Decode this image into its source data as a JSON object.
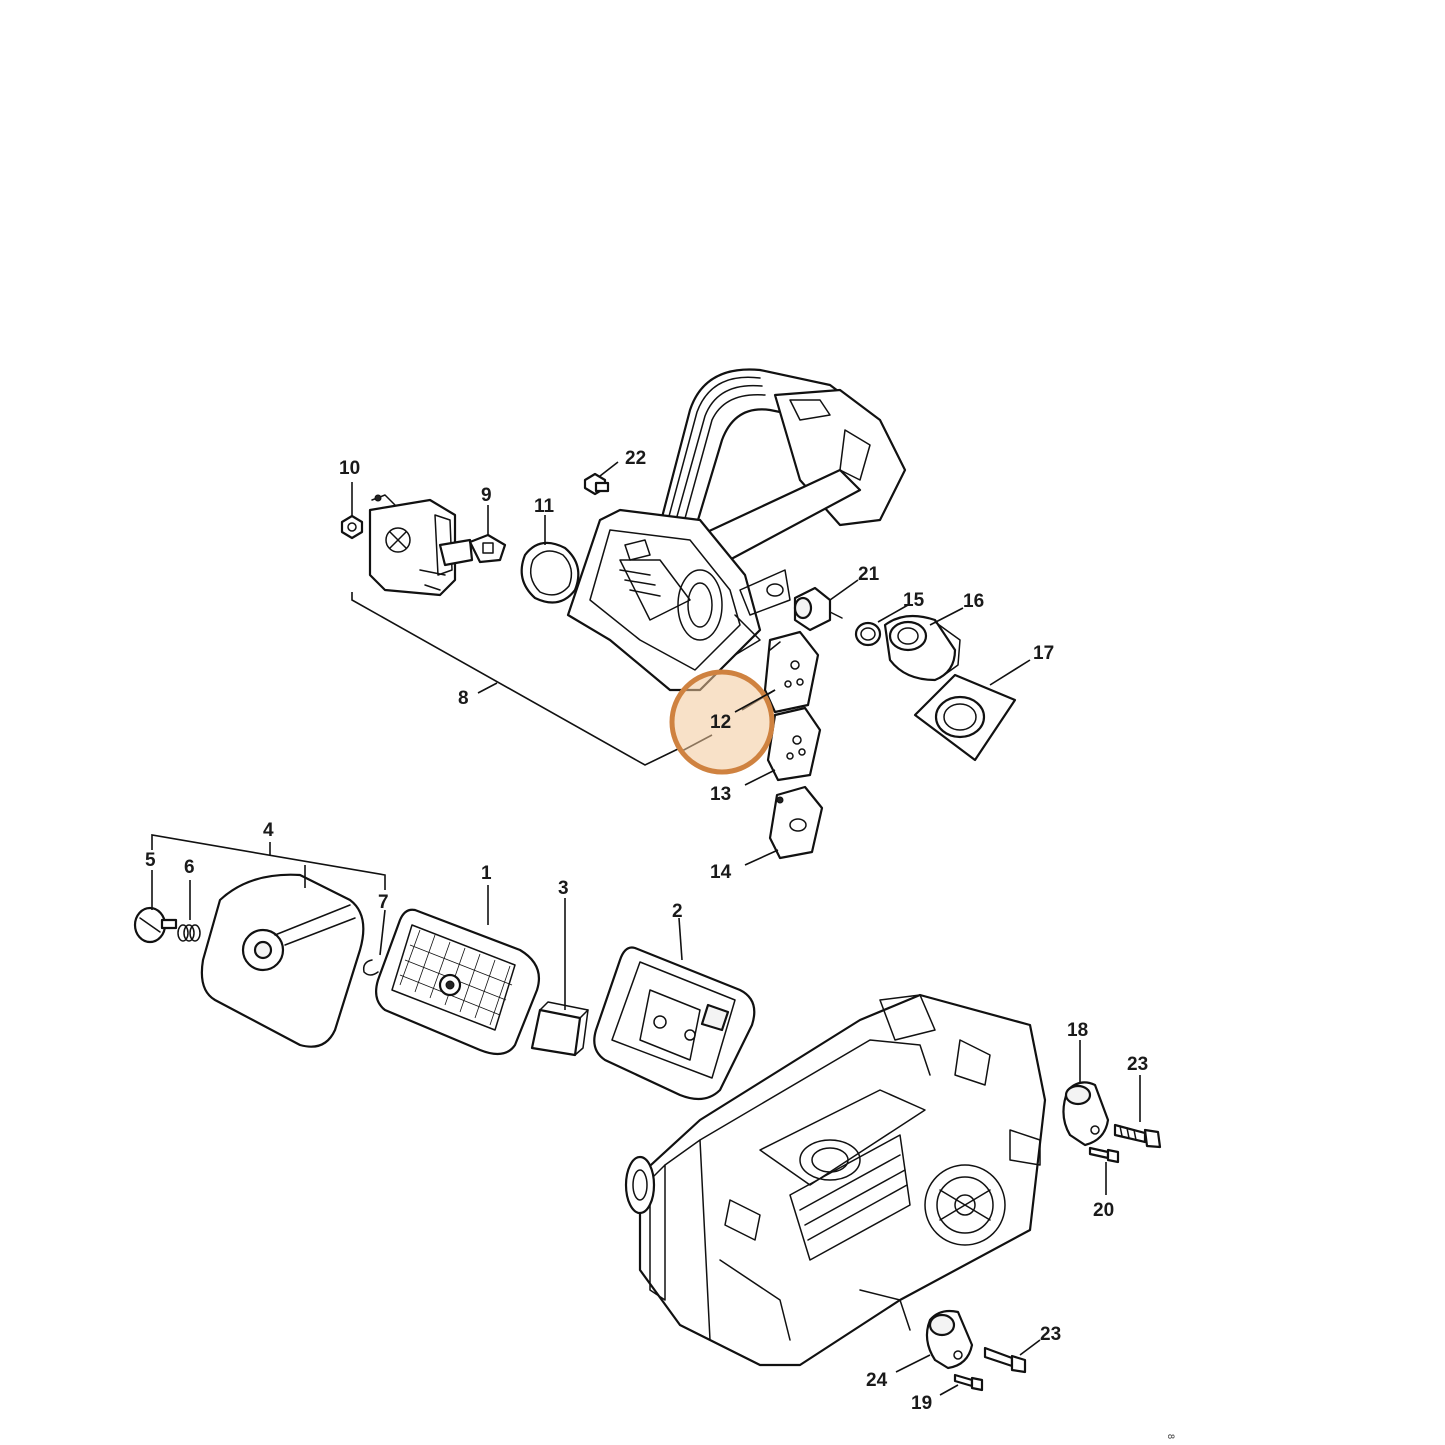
{
  "callouts": {
    "c1": "1",
    "c2": "2",
    "c3": "3",
    "c4": "4",
    "c5": "5",
    "c6": "6",
    "c7": "7",
    "c8": "8",
    "c9": "9",
    "c10": "10",
    "c11": "11",
    "c12": "12",
    "c13": "13",
    "c14": "14",
    "c15": "15",
    "c16": "16",
    "c17": "17",
    "c18": "18",
    "c19": "19",
    "c20": "20",
    "c21": "21",
    "c22": "22",
    "c23a": "23",
    "c23b": "23",
    "c24": "24"
  },
  "highlight": {
    "label": "12",
    "color": "#cf8240"
  },
  "corner_mark": "8"
}
